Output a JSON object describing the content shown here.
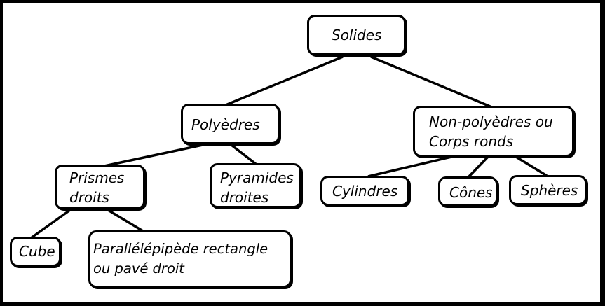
{
  "diagram": {
    "background": "#ffffff",
    "frame_color": "#000000",
    "nodes": {
      "solides": "Solides",
      "polyedres": "Polyèdres",
      "non_polyedres": [
        "Non-polyèdres ou",
        "Corps ronds"
      ],
      "prismes_droits": [
        "Prismes",
        "droits"
      ],
      "pyramides_droites": [
        "Pyramides",
        "droites"
      ],
      "cylindres": "Cylindres",
      "cones": "Cônes",
      "spheres": "Sphères",
      "cube": "Cube",
      "parallelepipede": [
        "Parallélépipède rectangle",
        "ou pavé droit"
      ]
    },
    "edges": [
      [
        "solides",
        "polyedres"
      ],
      [
        "solides",
        "non_polyedres"
      ],
      [
        "polyedres",
        "prismes_droits"
      ],
      [
        "polyedres",
        "pyramides_droites"
      ],
      [
        "non_polyedres",
        "cylindres"
      ],
      [
        "non_polyedres",
        "cones"
      ],
      [
        "non_polyedres",
        "spheres"
      ],
      [
        "prismes_droits",
        "cube"
      ],
      [
        "prismes_droits",
        "parallelepipede"
      ]
    ]
  }
}
